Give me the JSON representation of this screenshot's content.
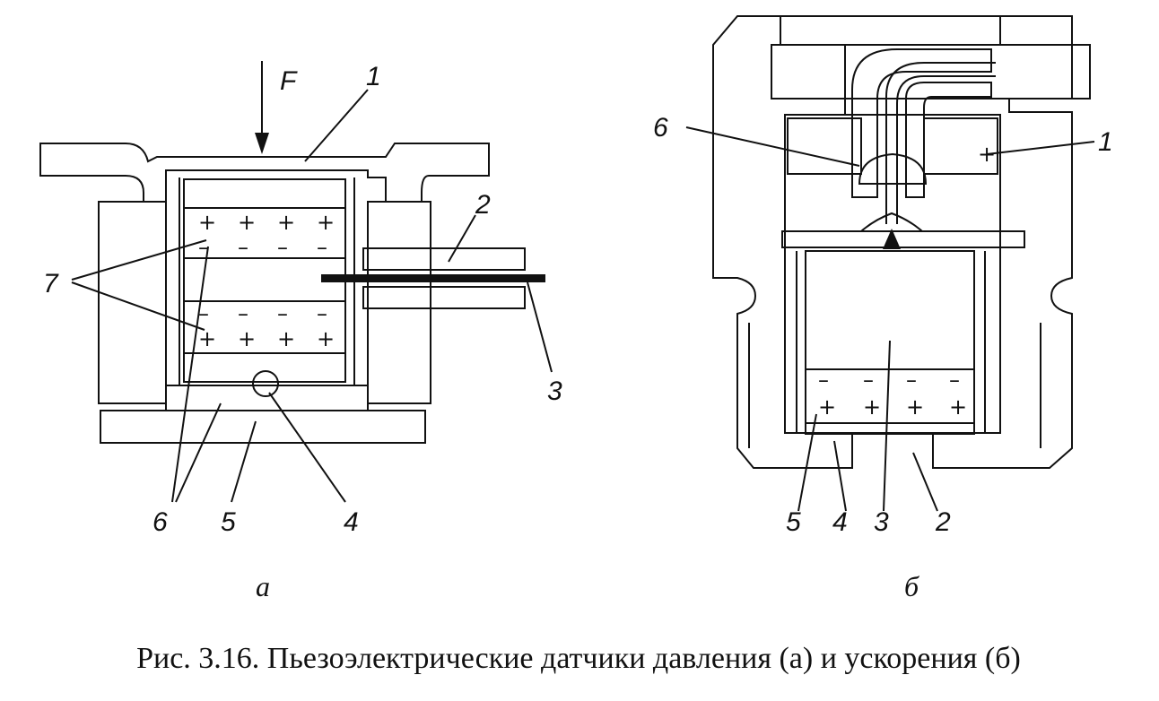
{
  "diagram_a": {
    "labels": {
      "force": "F",
      "n1": "1",
      "n2": "2",
      "n3": "3",
      "n4": "4",
      "n5": "5",
      "n6": "6",
      "n7": "7"
    },
    "signs": {
      "plus": "+",
      "minus": "–"
    },
    "sublabel": "а"
  },
  "diagram_b": {
    "labels": {
      "n1": "1",
      "n2": "2",
      "n3": "3",
      "n4": "4",
      "n5": "5",
      "n6": "6"
    },
    "signs": {
      "plus": "+",
      "minus": "–"
    },
    "sublabel": "б"
  },
  "caption": "Рис. 3.16. Пьезоэлектрические датчики давления (а) и ускорения (б)"
}
